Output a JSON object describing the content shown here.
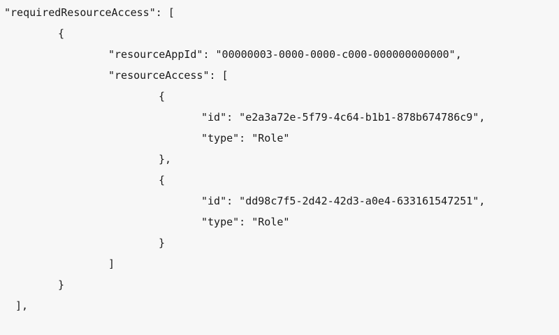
{
  "code": {
    "lines": [
      "\"requiredResourceAccess\": [",
      "{",
      "\"resourceAppId\": \"00000003-0000-0000-c000-000000000000\",",
      "\"resourceAccess\": [",
      "{",
      "\"id\": \"e2a3a72e-5f79-4c64-b1b1-878b674786c9\",",
      "\"type\": \"Role\"",
      "},",
      "{",
      "\"id\": \"dd98c7f5-2d42-42d3-a0e4-633161547251\",",
      "\"type\": \"Role\"",
      "}",
      "]",
      "}",
      "],"
    ]
  }
}
